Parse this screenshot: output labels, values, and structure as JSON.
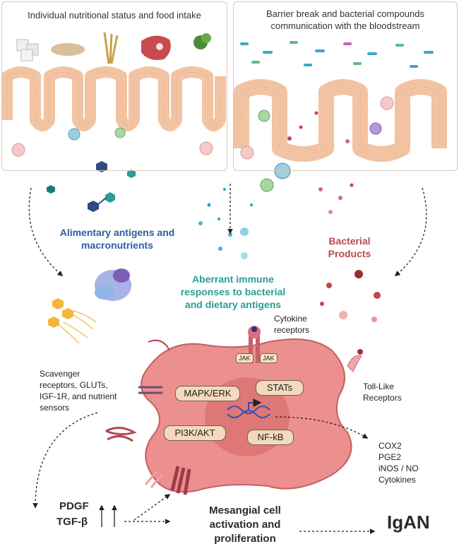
{
  "panels": {
    "left_title": "Individual nutritional status and food intake",
    "right_title_line1": "Barrier break and bacterial compounds",
    "right_title_line2": "communication with the bloodstream"
  },
  "labels": {
    "alimentary_line1": "Alimentary antigens and",
    "alimentary_line2": "macronutrients",
    "bacterial_line1": "Bacterial",
    "bacterial_line2": "Products",
    "aberrant_line1": "Aberrant immune",
    "aberrant_line2": "responses to bacterial",
    "aberrant_line3": "and dietary antigens",
    "cytokine_line1": "Cytokine",
    "cytokine_line2": "receptors",
    "scavenger_line1": "Scavenger",
    "scavenger_line2": "receptors, GLUTs,",
    "scavenger_line3": "IGF-1R, and nutrient",
    "scavenger_line4": "sensors",
    "tlr_line1": "Toll-Like",
    "tlr_line2": "Receptors",
    "cox2": "COX2",
    "pge2": "PGE2",
    "inos": "iNOS / NO",
    "cytokines": "Cytokines",
    "pdgf": "PDGF",
    "tgfb": "TGF-β",
    "mesangial_line1": "Mesangial cell",
    "mesangial_line2": "activation and",
    "mesangial_line3": "proliferation",
    "igan": "IgAN"
  },
  "pathways": {
    "mapk": "MAPK/ERK",
    "stats": "STATs",
    "pi3k": "PI3K/AKT",
    "nfkb": "NF-kB",
    "jak_left": "JAK",
    "jak_right": "JAK"
  },
  "colors": {
    "panel_bg": "#f7ebe2",
    "villi": "#f6cdb0",
    "cell": "#e98585",
    "nucleus": "#d86a6a",
    "blue_text": "#2c5e9e",
    "teal_text": "#2a9d94",
    "red_text": "#c0474a"
  }
}
